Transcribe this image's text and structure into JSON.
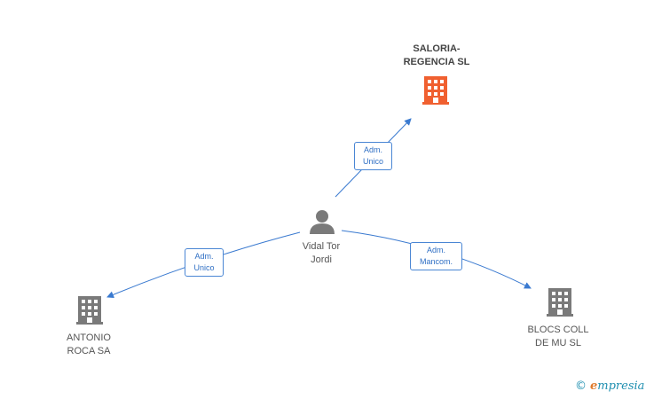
{
  "nodes": {
    "saloria": {
      "label_line1": "SALORIA-",
      "label_line2": "REGENCIA SL",
      "icon": "building-icon",
      "color": "#f06030"
    },
    "vidal": {
      "label_line1": "Vidal Tor",
      "label_line2": "Jordi",
      "icon": "person-icon",
      "color": "#7a7a7a"
    },
    "antonio": {
      "label_line1": "ANTONIO",
      "label_line2": "ROCA SA",
      "icon": "building-icon",
      "color": "#7a7a7a"
    },
    "blocs": {
      "label_line1": "BLOCS COLL",
      "label_line2": "DE MU SL",
      "icon": "building-icon",
      "color": "#7a7a7a"
    }
  },
  "edges": {
    "to_saloria": {
      "role_line1": "Adm.",
      "role_line2": "Unico"
    },
    "to_antonio": {
      "role_line1": "Adm.",
      "role_line2": "Unico"
    },
    "to_blocs": {
      "role_line1": "Adm.",
      "role_line2": "Mancom."
    }
  },
  "brand": {
    "copyright": "©",
    "e_letter": "e",
    "rest": "mpresia"
  },
  "colors": {
    "edge": "#3a7ad0",
    "text": "#555555"
  }
}
